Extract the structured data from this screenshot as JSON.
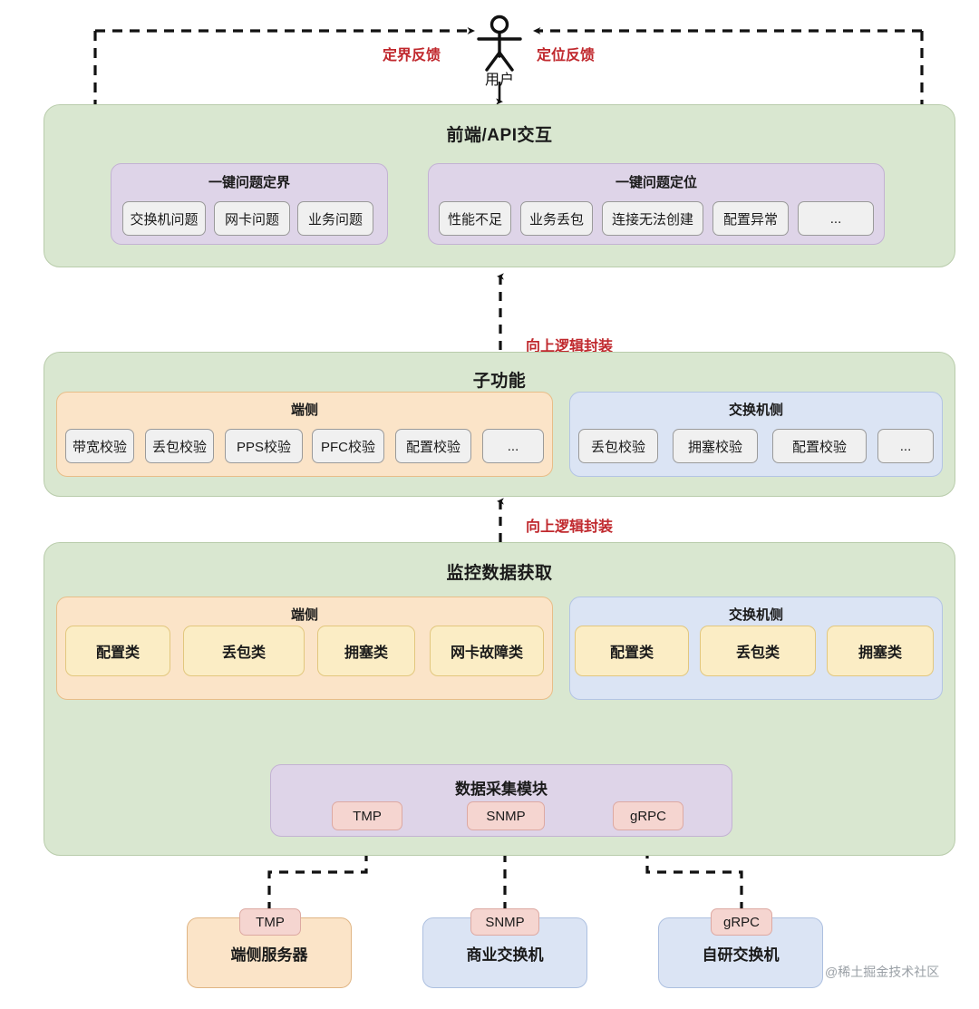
{
  "actor": {
    "label": "用户",
    "icon": "user-stick-figure-icon",
    "left_feedback": "定界反馈",
    "right_feedback": "定位反馈",
    "feedback_color": "#c0282d"
  },
  "connectors": {
    "upward_encapsulation_1": "向上逻辑封装",
    "upward_encapsulation_2": "向上逻辑封装"
  },
  "layers": [
    {
      "id": "frontend-api",
      "title": "前端/API交互",
      "groups": [
        {
          "id": "one-click-demarcation",
          "title": "一键问题定界",
          "style": "purple",
          "items": [
            "交换机问题",
            "网卡问题",
            "业务问题"
          ]
        },
        {
          "id": "one-click-localization",
          "title": "一键问题定位",
          "style": "purple",
          "items": [
            "性能不足",
            "业务丢包",
            "连接无法创建",
            "配置异常",
            "..."
          ]
        }
      ]
    },
    {
      "id": "sub-function",
      "title": "子功能",
      "groups": [
        {
          "id": "host-side-check",
          "title": "端侧",
          "style": "orange",
          "items": [
            "带宽校验",
            "丢包校验",
            "PPS校验",
            "PFC校验",
            "配置校验",
            "..."
          ]
        },
        {
          "id": "switch-side-check",
          "title": "交换机侧",
          "style": "blue",
          "items": [
            "丢包校验",
            "拥塞校验",
            "配置校验",
            "..."
          ]
        }
      ]
    },
    {
      "id": "monitoring-data-acquisition",
      "title": "监控数据获取",
      "groups": [
        {
          "id": "host-side-data",
          "title": "端侧",
          "style": "orange",
          "items": [
            "配置类",
            "丢包类",
            "拥塞类",
            "网卡故障类"
          ]
        },
        {
          "id": "switch-side-data",
          "title": "交换机侧",
          "style": "blue",
          "items": [
            "配置类",
            "丢包类",
            "拥塞类"
          ]
        }
      ],
      "collector": {
        "id": "data-collection-module",
        "title": "数据采集模块",
        "style": "purple",
        "protocols": [
          "TMP",
          "SNMP",
          "gRPC"
        ]
      }
    }
  ],
  "devices": [
    {
      "id": "host-server",
      "label": "端侧服务器",
      "protocol": "TMP",
      "style": "orange"
    },
    {
      "id": "commercial-switch",
      "label": "商业交换机",
      "protocol": "SNMP",
      "style": "blue"
    },
    {
      "id": "self-developed-switch",
      "label": "自研交换机",
      "protocol": "gRPC",
      "style": "blue"
    }
  ],
  "watermark": "@稀土掘金技术社区",
  "colors": {
    "layer_bg": "#d9e7d0",
    "purple_group": "#ded4e8",
    "orange_group": "#fbe4c8",
    "blue_group": "#dbe4f4",
    "yellow_chip": "#fbedc5",
    "pink_chip": "#f5d5d0",
    "accent_red": "#c0282d"
  }
}
